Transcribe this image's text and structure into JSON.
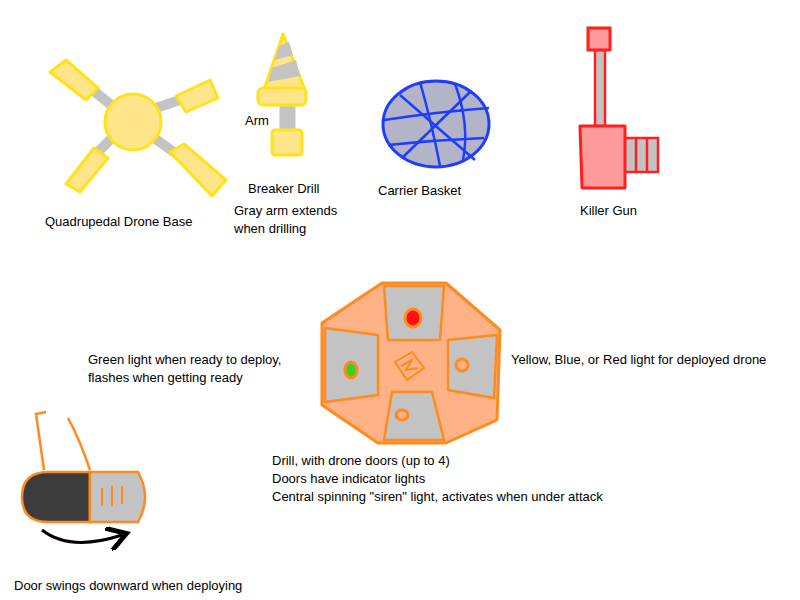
{
  "diagram": {
    "labels": [
      "Quadrupedal Drone Base",
      "Arm",
      "Breaker Drill",
      "Gray arm extends when drilling",
      "Carrier Basket",
      "Killer Gun",
      "Green light when ready to deploy, flashes when getting ready",
      "Yellow, Blue, or Red light for deployed drone",
      "Drill, with drone doors (up to 4)",
      "Doors have indicator lights",
      "Central spinning \"siren\" light, activates when under attack",
      "Door swings downward when deploying"
    ]
  }
}
